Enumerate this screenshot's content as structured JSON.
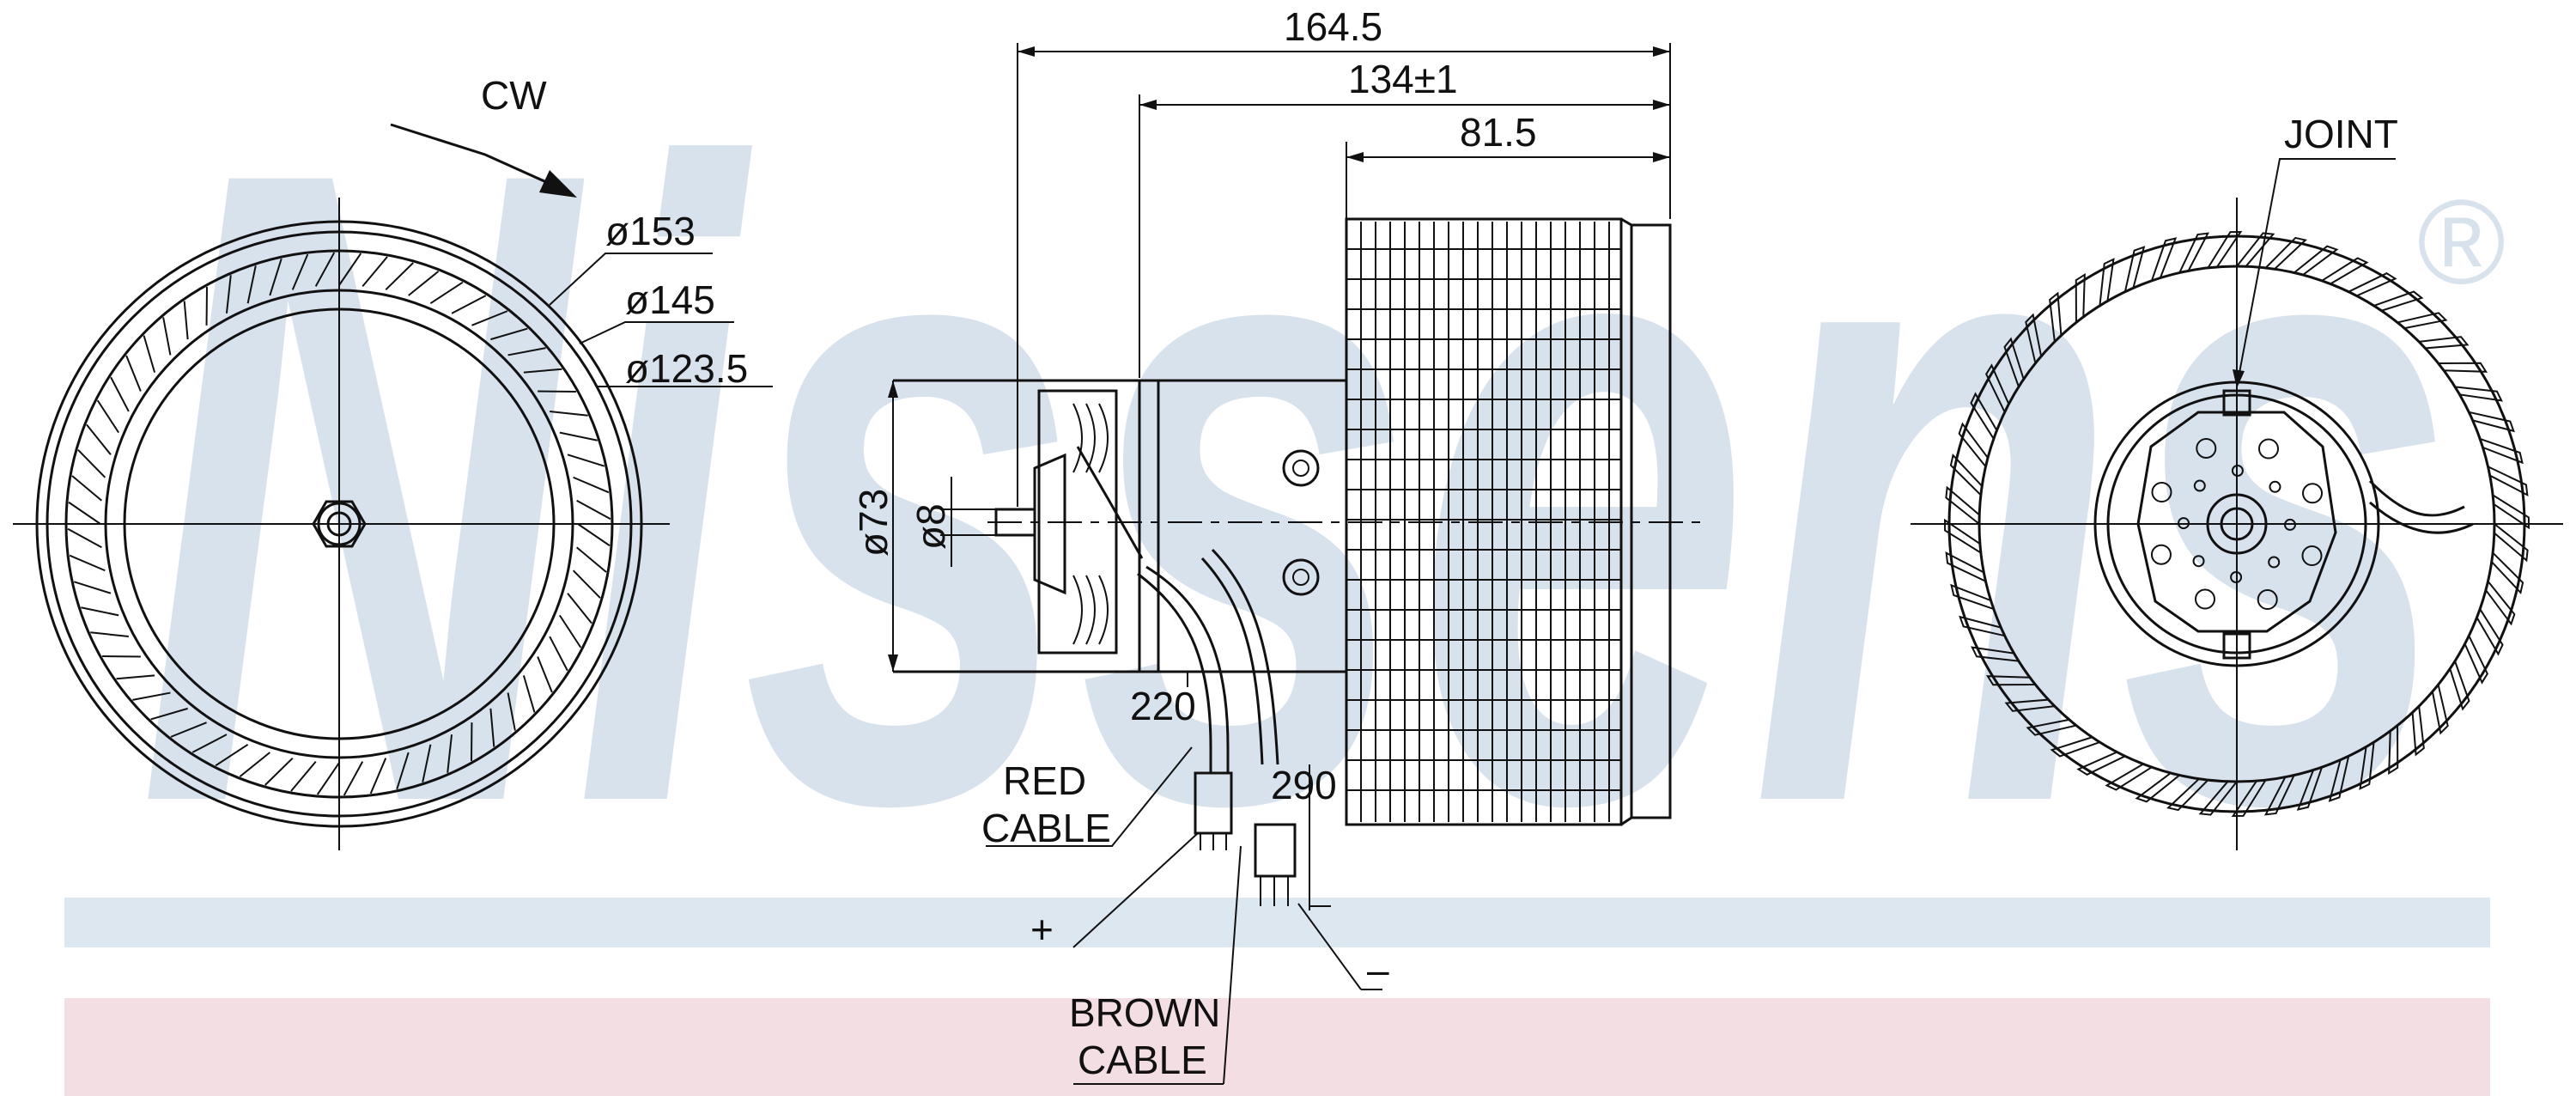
{
  "watermark": {
    "text": "Nissens",
    "registered_mark": "®"
  },
  "front_view": {
    "rotation_label": "CW",
    "diameters": [
      "ø153",
      "ø145",
      "ø123.5"
    ]
  },
  "side_view": {
    "lengths": [
      "164.5",
      "134±1",
      "81.5"
    ],
    "diameters": [
      "ø73",
      "ø8"
    ],
    "cable_lengths": [
      "220",
      "290"
    ],
    "red_cable": [
      "RED",
      "CABLE"
    ],
    "brown_cable": [
      "BROWN",
      "CABLE"
    ],
    "polarity": {
      "positive": "+",
      "negative": "–"
    }
  },
  "rear_view": {
    "joint_label": "JOINT"
  },
  "colors": {
    "band_blue": "#dde7f0",
    "band_pink": "#f3dfe3",
    "watermark": "#d7e2ec",
    "line": "#111111"
  }
}
